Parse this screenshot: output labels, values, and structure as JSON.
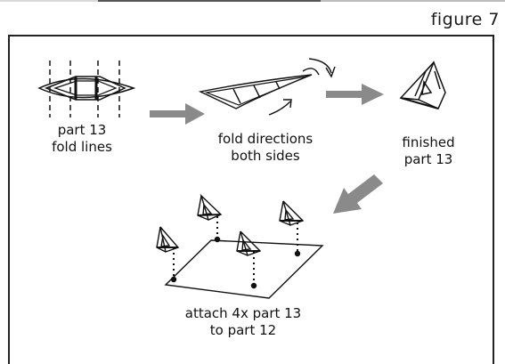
{
  "figure_label": "figure 7",
  "steps": [
    {
      "line1": "part 13",
      "line2": "fold lines"
    },
    {
      "line1": "fold directions",
      "line2": "both sides"
    },
    {
      "line1": "finished",
      "line2": "part 13"
    },
    {
      "line1": "attach 4x part 13",
      "line2": "to part 12"
    }
  ],
  "colors": {
    "arrow": "#8a8a8a",
    "ink": "#111111"
  }
}
